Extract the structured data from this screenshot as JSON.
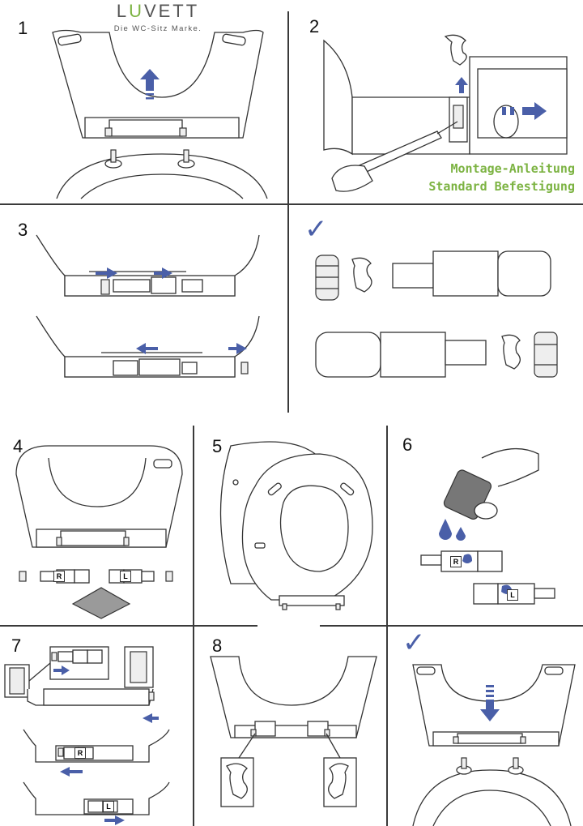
{
  "brand": {
    "name_first": "L",
    "name_u": "U",
    "name_rest": "VETT",
    "tagline": "Die WC-Sitz Marke."
  },
  "title": {
    "line1": "Montage-Anleitung",
    "line2": "Standard Befestigung"
  },
  "steps": [
    {
      "number": "1"
    },
    {
      "number": "2"
    },
    {
      "number": "3"
    },
    {
      "number": "4"
    },
    {
      "number": "5"
    },
    {
      "number": "6"
    },
    {
      "number": "7"
    },
    {
      "number": "8"
    }
  ],
  "checkmark": "✓",
  "part_labels": {
    "right": "R",
    "left": "L"
  },
  "colors": {
    "arrow_blue": "#4a5fa8",
    "title_green": "#7cb342",
    "line_gray": "#333333"
  }
}
